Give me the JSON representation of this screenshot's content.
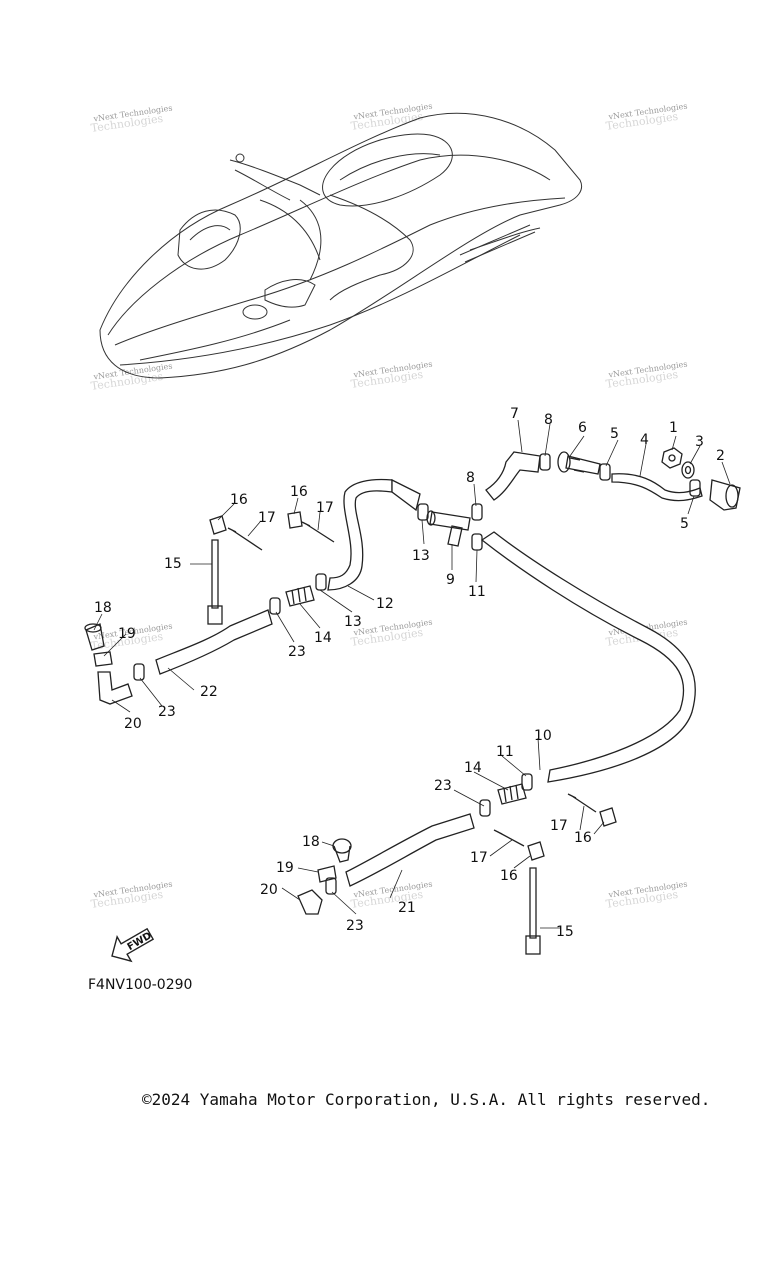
{
  "diagram": {
    "drawing_code": "F4NV100-0290",
    "fwd_label": "FWD",
    "watermark": "vNext Technologies",
    "callouts": [
      {
        "id": "c1",
        "label": "1"
      },
      {
        "id": "c2",
        "label": "2"
      },
      {
        "id": "c3",
        "label": "3"
      },
      {
        "id": "c4",
        "label": "4"
      },
      {
        "id": "c5a",
        "label": "5"
      },
      {
        "id": "c5b",
        "label": "5"
      },
      {
        "id": "c6",
        "label": "6"
      },
      {
        "id": "c7",
        "label": "7"
      },
      {
        "id": "c8a",
        "label": "8"
      },
      {
        "id": "c8b",
        "label": "8"
      },
      {
        "id": "c9",
        "label": "9"
      },
      {
        "id": "c10",
        "label": "10"
      },
      {
        "id": "c11a",
        "label": "11"
      },
      {
        "id": "c11b",
        "label": "11"
      },
      {
        "id": "c12",
        "label": "12"
      },
      {
        "id": "c13a",
        "label": "13"
      },
      {
        "id": "c13b",
        "label": "13"
      },
      {
        "id": "c14a",
        "label": "14"
      },
      {
        "id": "c14b",
        "label": "14"
      },
      {
        "id": "c15a",
        "label": "15"
      },
      {
        "id": "c15b",
        "label": "15"
      },
      {
        "id": "c16a",
        "label": "16"
      },
      {
        "id": "c16b",
        "label": "16"
      },
      {
        "id": "c16c",
        "label": "16"
      },
      {
        "id": "c16d",
        "label": "16"
      },
      {
        "id": "c17a",
        "label": "17"
      },
      {
        "id": "c17b",
        "label": "17"
      },
      {
        "id": "c17c",
        "label": "17"
      },
      {
        "id": "c17d",
        "label": "17"
      },
      {
        "id": "c18a",
        "label": "18"
      },
      {
        "id": "c18b",
        "label": "18"
      },
      {
        "id": "c19a",
        "label": "19"
      },
      {
        "id": "c19b",
        "label": "19"
      },
      {
        "id": "c20a",
        "label": "20"
      },
      {
        "id": "c20b",
        "label": "20"
      },
      {
        "id": "c21",
        "label": "21"
      },
      {
        "id": "c22",
        "label": "22"
      },
      {
        "id": "c23a",
        "label": "23"
      },
      {
        "id": "c23b",
        "label": "23"
      },
      {
        "id": "c23c",
        "label": "23"
      },
      {
        "id": "c23d",
        "label": "23"
      }
    ]
  },
  "footer": {
    "copyright": "©2024 Yamaha Motor Corporation, U.S.A. All rights reserved."
  }
}
